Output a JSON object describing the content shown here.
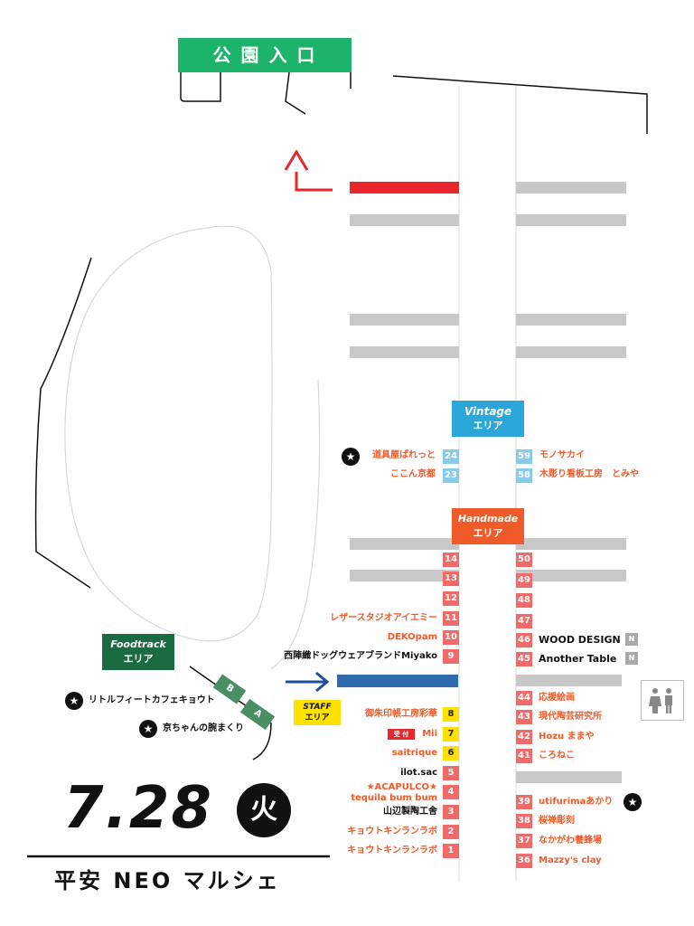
{
  "entrance": {
    "label": "公 園 入 口",
    "color": "#1db36b"
  },
  "date": {
    "date": "7.28",
    "weekday": "火"
  },
  "event_title": "平安 NEO マルシェ",
  "areas": {
    "vintage": {
      "en": "Vintage",
      "jp": "エリア",
      "color": "#2aa7d8"
    },
    "handmade": {
      "en": "Handmade",
      "jp": "エリア",
      "color": "#f05a28"
    },
    "foodtrack": {
      "en": "Foodtrack",
      "jp": "エリア",
      "color": "#1a6b3f"
    },
    "staff": {
      "en": "STAFF",
      "jp": "エリア",
      "color": "#ffe100"
    }
  },
  "food_spots": {
    "a": "A",
    "b": "B",
    "items": [
      {
        "name": "リトルフィートカフェキョウト",
        "starred": true
      },
      {
        "name": "京ちゃんの腕まくり",
        "starred": true
      }
    ]
  },
  "reception": "受 付",
  "vintage_booths": {
    "left": [
      {
        "no": "24",
        "name": "道具屋ぱれっと",
        "starred": true
      },
      {
        "no": "23",
        "name": "ここん京都",
        "starred": false
      }
    ],
    "right": [
      {
        "no": "59",
        "name": "モノサカイ"
      },
      {
        "no": "58",
        "name": "木彫り看板工房　とみや"
      }
    ]
  },
  "left_booths": [
    {
      "no": "14",
      "name": "",
      "color": "orange"
    },
    {
      "no": "13",
      "name": "",
      "color": "orange"
    },
    {
      "no": "12",
      "name": "",
      "color": "orange"
    },
    {
      "no": "11",
      "name": "レザースタジオアイエミー",
      "color": "orange"
    },
    {
      "no": "10",
      "name": "DEKOpam",
      "color": "orange"
    },
    {
      "no": "9",
      "name": "西陣織ドッグウェアブランドMiyako",
      "color": "black"
    },
    {
      "no": "8",
      "name": "御朱印帳工房彩華",
      "color": "orange"
    },
    {
      "no": "7",
      "name": "Mii",
      "color": "orange"
    },
    {
      "no": "6",
      "name": "saitrique",
      "color": "orange"
    },
    {
      "no": "5",
      "name": "ilot.sac",
      "color": "black"
    },
    {
      "no": "4",
      "name": "★ACAPULCO★",
      "name2": "tequila bum bum",
      "color": "orange"
    },
    {
      "no": "3",
      "name": "山辺製陶工舎",
      "color": "black"
    },
    {
      "no": "2",
      "name": "キョウトキンランラボ",
      "color": "orange"
    },
    {
      "no": "1",
      "name": "キョウトキンランラボ",
      "color": "orange"
    }
  ],
  "right_booths": [
    {
      "no": "50",
      "name": "",
      "color": "orange"
    },
    {
      "no": "49",
      "name": "",
      "color": "orange"
    },
    {
      "no": "48",
      "name": "",
      "color": "orange"
    },
    {
      "no": "47",
      "name": "",
      "color": "orange"
    },
    {
      "no": "46",
      "name": "WOOD DESIGN",
      "color": "black",
      "badge": "N"
    },
    {
      "no": "45",
      "name": "Another Table",
      "color": "black",
      "badge": "N"
    },
    {
      "no": "44",
      "name": "応援絵画",
      "color": "orange"
    },
    {
      "no": "43",
      "name": "現代陶芸研究所",
      "color": "orange"
    },
    {
      "no": "42",
      "name": "Hozu ままや",
      "color": "orange"
    },
    {
      "no": "41",
      "name": "ころねこ",
      "color": "orange"
    },
    {
      "no": "39",
      "name": "utifurimaあかり",
      "color": "orange",
      "starred": true
    },
    {
      "no": "38",
      "name": "桜禅彫刻",
      "color": "orange"
    },
    {
      "no": "37",
      "name": "なかがわ養蜂場",
      "color": "orange"
    },
    {
      "no": "36",
      "name": "Mazzy's clay",
      "color": "orange"
    }
  ],
  "icons": {
    "star": "★",
    "restroom": "restroom-icon"
  }
}
